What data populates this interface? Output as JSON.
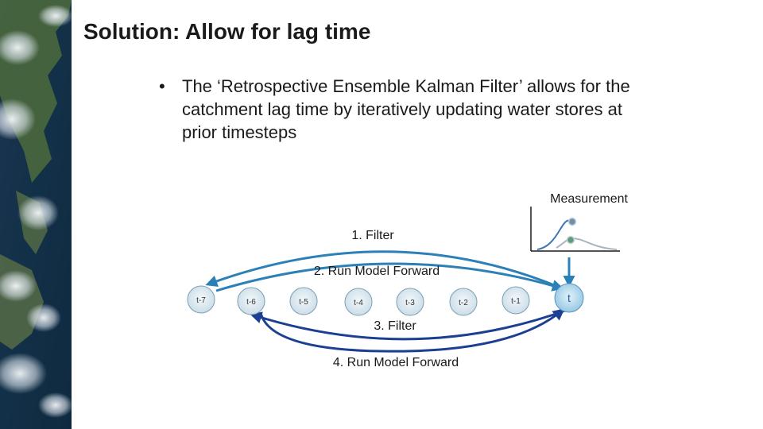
{
  "slide": {
    "title": "Solution: Allow for lag time",
    "bullet_marker": "•",
    "bullet": "The ‘Retrospective Ensemble Kalman Filter’ allows for the catchment lag time by iteratively updating water stores at prior timesteps"
  },
  "diagram": {
    "measurement_label": "Measurement",
    "timesteps": [
      "t-7",
      "t-6",
      "t-5",
      "t-4",
      "t-3",
      "t-2",
      "t-1"
    ],
    "current_timestep": "t",
    "steps": [
      "1. Filter",
      "2. Run Model Forward",
      "3. Filter",
      "4. Run Model Forward"
    ]
  },
  "colors": {
    "node_fill": "#dde9f0",
    "node_stroke": "#7a9fb5",
    "current_node_fill": "#b9dcef",
    "arrow_light": "#2c80b8",
    "arrow_dark": "#1b3f92",
    "measurement_point_top": "#6f8faa",
    "measurement_point_low": "#5f9b82"
  }
}
